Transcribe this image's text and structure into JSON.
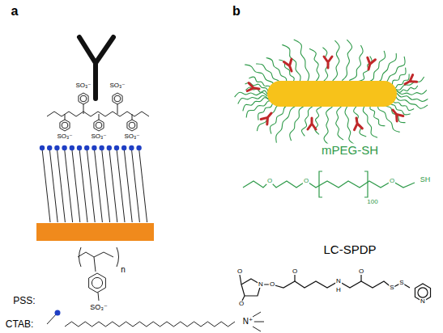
{
  "diagram": {
    "labels": [
      "a",
      "b",
      "SO₃⁻",
      "SO₃⁻",
      "SO₃⁻",
      "SO₃⁻",
      "SO₃⁻",
      "n",
      "SO₃⁻",
      "PSS:",
      "CTAB:",
      "N⁺",
      "mPEG-SH",
      "O",
      "O",
      "O",
      "100",
      "SH",
      "LC-SPDP",
      "O",
      "N",
      "O",
      "O",
      "O",
      "N",
      "H",
      "O",
      "S",
      "S",
      "N"
    ]
  }
}
